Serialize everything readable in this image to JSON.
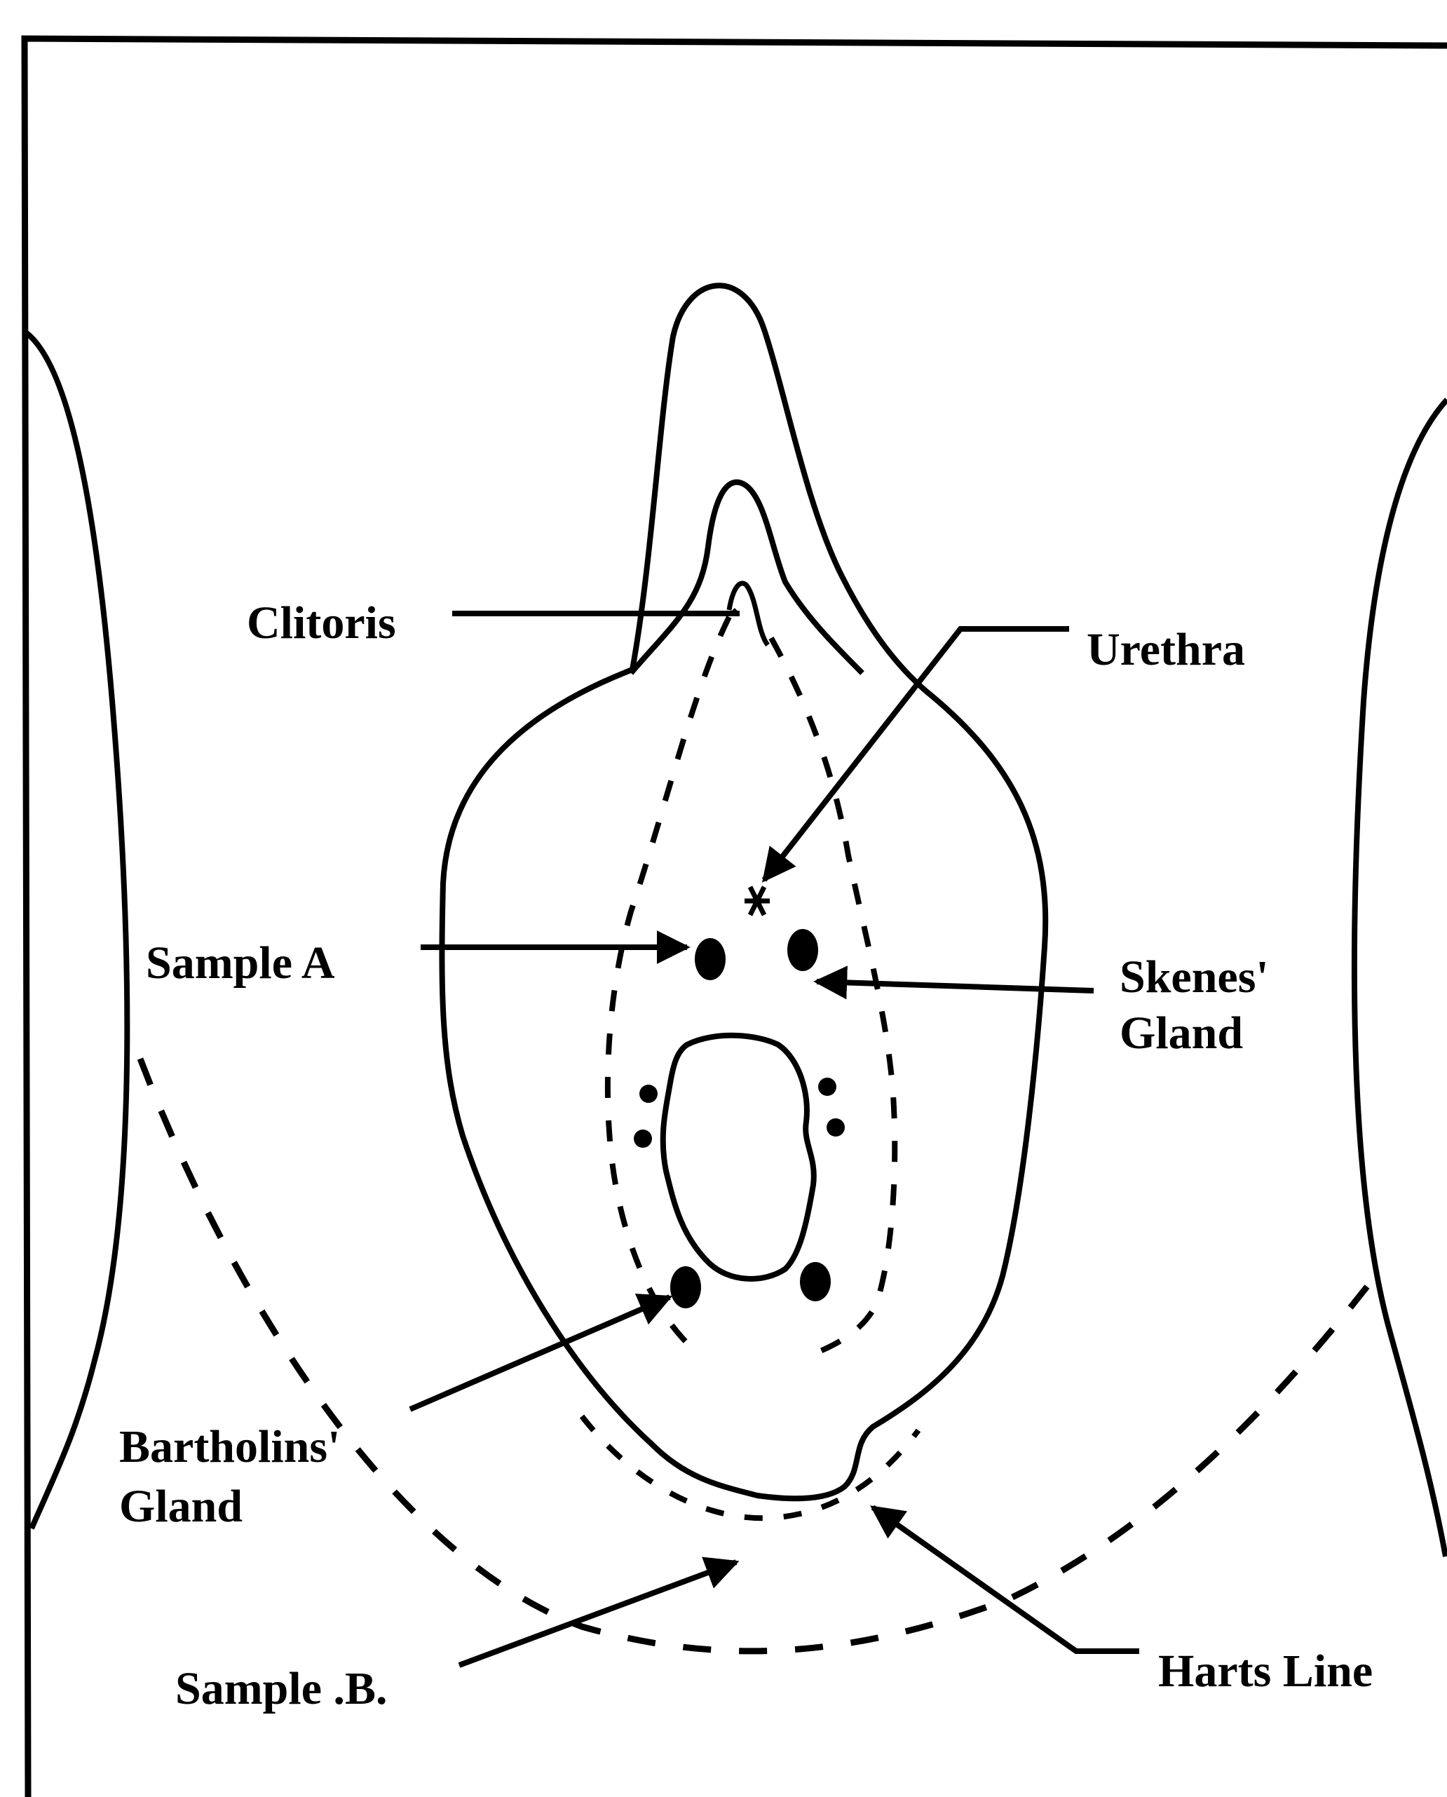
{
  "diagram": {
    "labels": {
      "clitoris": "Clitoris",
      "urethra": "Urethra",
      "sample_a": "Sample A",
      "skenes_line1": "Skenes'",
      "skenes_line2": "Gland",
      "bartholins_line1": "Bartholins'",
      "bartholins_line2": "Gland",
      "sample_b": "Sample .B.",
      "harts_line": "Harts Line"
    },
    "colors": {
      "stroke": "#000000",
      "background": "#ffffff"
    }
  }
}
